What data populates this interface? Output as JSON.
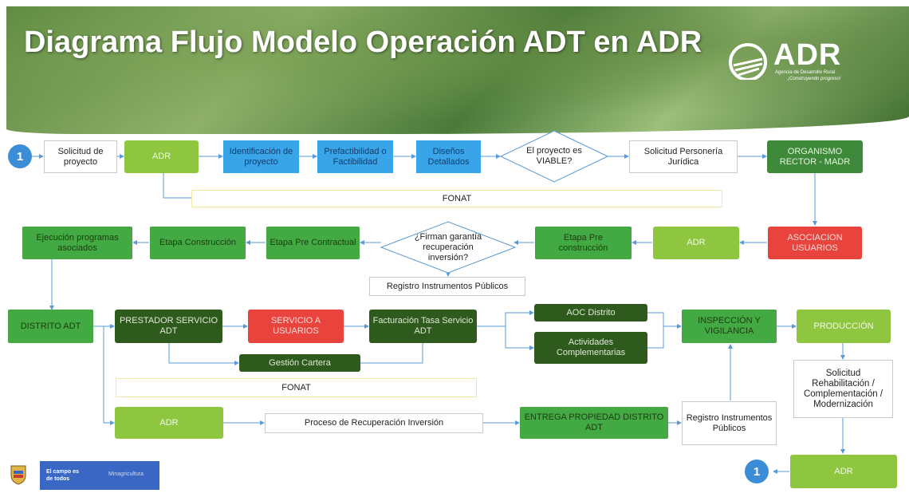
{
  "header": {
    "title": "Diagrama Flujo Modelo Operación ADT en ADR",
    "logo_text": "ADR",
    "logo_sub": "Agencia de Desarrollo Rural",
    "logo_sub2": "¡Construyendo progreso!"
  },
  "colors": {
    "light_green": "#8ec640",
    "green": "#43a942",
    "dark_green": "#2f5a1d",
    "blue": "#39a4e8",
    "red": "#e8433d",
    "start_circle": "#3b8dd8",
    "fonat_border": "#f2e9a0"
  },
  "nodes": {
    "start": "1",
    "solicitud_proyecto": "Solicitud de proyecto",
    "adr_1": "ADR",
    "identificacion": "Identificación de proyecto",
    "prefactibilidad": "Prefactibilidad o Factibilidad",
    "disenos": "Diseños Detallados",
    "viable": "El proyecto es VIABLE?",
    "personeria": "Solicitud Personería Jurídica",
    "organismo": "ORGANISMO RECTOR - MADR",
    "fonat_1": "FONAT",
    "asociacion": "ASOCIACION USUARIOS",
    "adr_2": "ADR",
    "pre_construccion": "Etapa Pre construcción",
    "garantia": "¿Firman garantía recuperación inversión?",
    "pre_contractual": "Etapa Pre Contractual",
    "construccion": "Etapa Construcción",
    "ejecucion": "Ejecución programas asociados",
    "registro_1": "Registro Instrumentos Públicos",
    "distrito": "DISTRITO ADT",
    "prestador": "PRESTADOR SERVICIO ADT",
    "servicio": "SERVICIO A USUARIOS",
    "facturacion": "Facturación Tasa Servicio ADT",
    "aoc": "AOC Distrito",
    "actividades": "Actividades Complementarias",
    "inspeccion": "INSPECCIÓN Y VIGILANCIA",
    "produccion": "PRODUCCIÓN",
    "gestion": "Gestión Cartera",
    "fonat_2": "FONAT",
    "solicitud_rehab": "Solicitud Rehabilitación / Complementación / Modernización",
    "adr_3": "ADR",
    "recuperacion": "Proceso de Recuperación  Inversión",
    "entrega": "ENTREGA PROPIEDAD DISTRITO ADT",
    "registro_2": "Registro Instrumentos Públicos",
    "adr_4": "ADR",
    "end": "1"
  },
  "footer": {
    "campo": "El campo es de todos",
    "ministerio": "Minagricultura"
  }
}
